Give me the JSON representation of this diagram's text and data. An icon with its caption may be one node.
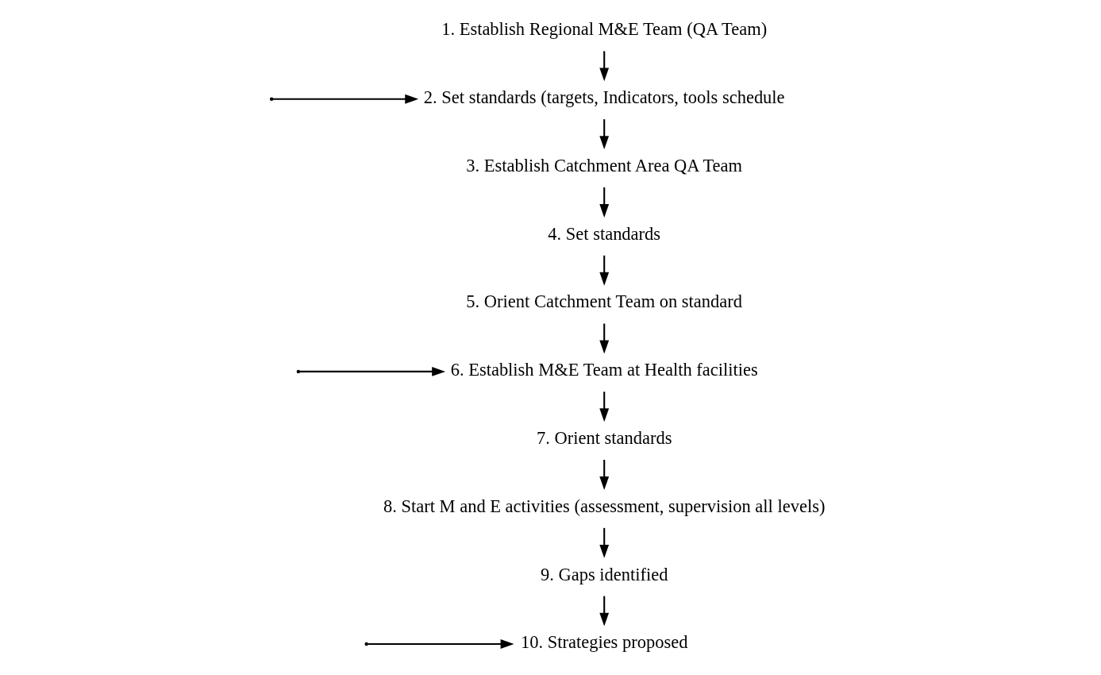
{
  "diagram": {
    "nodes": [
      {
        "text": [
          "1. Establish Regional M&E Team (QA Team)"
        ]
      },
      {
        "text": [
          "2. Set standards (targets, Indicators, tools schedule"
        ]
      },
      {
        "text": [
          "3. Establish Catchment Area QA Team"
        ]
      },
      {
        "text": [
          "4. Set standards"
        ]
      },
      {
        "text": [
          "5. Orient Catchment Team on standard"
        ]
      },
      {
        "text": [
          "6. Establish M&E Team at Health facilities"
        ]
      },
      {
        "text": [
          "7. Orient standards"
        ]
      },
      {
        "text": [
          "8. Start M and E activities (assessment, supervision all levels)"
        ]
      },
      {
        "text": [
          "9. Gaps identified"
        ]
      },
      {
        "text": [
          "10. Strategies proposed"
        ]
      }
    ],
    "edges": [
      {
        "from": 0,
        "to": 1,
        "arrow": "to"
      },
      {
        "from": 1,
        "to": 2,
        "arrow": "to"
      },
      {
        "from": 2,
        "to": 3,
        "arrow": "to"
      },
      {
        "from": 3,
        "to": 4,
        "arrow": "to"
      },
      {
        "from": 4,
        "to": 5,
        "arrow": "to"
      },
      {
        "from": 5,
        "to": 6,
        "arrow": "to"
      },
      {
        "from": 6,
        "to": 7,
        "arrow": "to"
      },
      {
        "from": 7,
        "to": 8,
        "arrow": "to"
      },
      {
        "from": 8,
        "to": 9,
        "arrow": "to"
      },
      {
        "from": null,
        "to": 1,
        "arrow": "to"
      },
      {
        "from": null,
        "to": 5,
        "arrow": "to"
      },
      {
        "from": null,
        "to": 9,
        "arrow": "to"
      }
    ]
  }
}
